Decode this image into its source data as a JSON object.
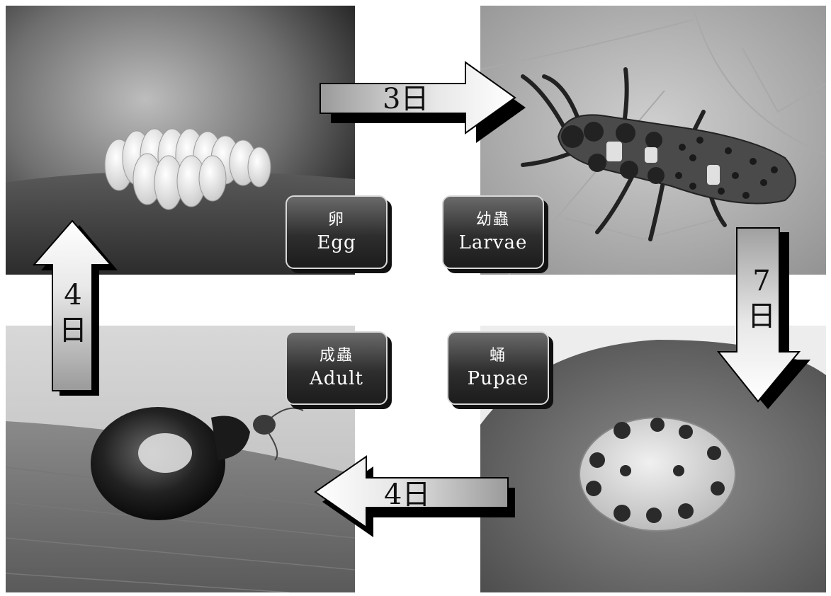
{
  "stages": {
    "egg": {
      "zh": "卵",
      "en": "Egg"
    },
    "larvae": {
      "zh": "幼蟲",
      "en": "Larvae"
    },
    "adult": {
      "zh": "成蟲",
      "en": "Adult"
    },
    "pupae": {
      "zh": "蛹",
      "en": "Pupae"
    }
  },
  "durations": {
    "egg_to_larvae": "3日",
    "larvae_to_pupae": "7日",
    "pupae_to_adult": "4日",
    "adult_to_egg": "4日"
  }
}
